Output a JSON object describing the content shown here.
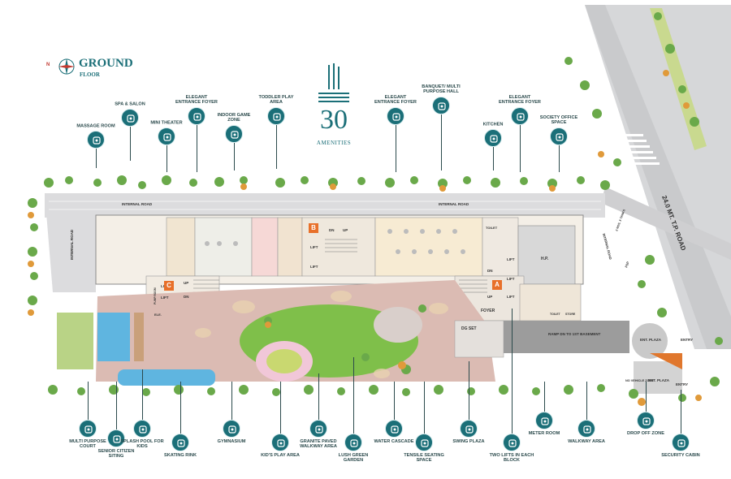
{
  "title": {
    "main": "GROUND",
    "sub": "FLOOR",
    "compass_letter": "N"
  },
  "logo": {
    "number": "30",
    "caption": "AMENITIES"
  },
  "road": {
    "main": "24.0 MT. T.P. ROAD"
  },
  "plan_labels": {
    "internal_road_top_left": "INTERNAL ROAD",
    "internal_road_top_right": "INTERNAL ROAD",
    "internal_road_left": "INTERNAL ROAD",
    "internal_road_right": "INTERNAL ROAD",
    "lift": "LIFT",
    "up": "UP",
    "dn": "DN",
    "pump_room": "PUMP ROOM",
    "ele": "ELE.",
    "toilet": "TOILET",
    "store": "STORE",
    "hp": "H.P.",
    "foyer": "FOYER",
    "dg_set": "DG SET",
    "ramp": "RAMP DN TO 1ST BASEMENT",
    "ent_plaza_1": "ENT. PLAZA",
    "ent_plaza_2": "ENT. PLAZA",
    "entry_1": "ENTRY",
    "entry_2": "ENTRY",
    "no_vehicle": "NO VEHICLE ZONE",
    "ugt": "2 NOS. X TANKS",
    "fsp": "FSP",
    "block_a": "A",
    "block_b": "B",
    "block_c": "C"
  },
  "top_amenities": [
    {
      "label": "MASSAGE ROOM",
      "icon": "massage-icon"
    },
    {
      "label": "SPA & SALON",
      "icon": "lotus-icon"
    },
    {
      "label": "MINI THEATER",
      "icon": "theater-icon"
    },
    {
      "label": "ELEGANT ENTRANCE FOYER",
      "icon": "sofa-icon"
    },
    {
      "label": "INDOOR GAME ZONE",
      "icon": "chess-icon"
    },
    {
      "label": "TODDLER PLAY AREA",
      "icon": "toddler-icon"
    },
    {
      "label": "ELEGANT ENTRANCE FOYER",
      "icon": "sofa-icon"
    },
    {
      "label": "BANQUET/ MULTI PURPOSE HALL",
      "icon": "banquet-icon"
    },
    {
      "label": "KITCHEN",
      "icon": "kitchen-icon"
    },
    {
      "label": "ELEGANT ENTRANCE FOYER",
      "icon": "sofa-icon"
    },
    {
      "label": "SOCIETY OFFICE SPACE",
      "icon": "office-icon"
    }
  ],
  "bottom_amenities": [
    {
      "label": "MULTI PURPOSE COURT",
      "icon": "court-icon"
    },
    {
      "label": "SENIOR CITIZEN SITING",
      "icon": "bench-icon"
    },
    {
      "label": "SPLASH POOL FOR KIDS",
      "icon": "pool-icon"
    },
    {
      "label": "SKATING RINK",
      "icon": "skate-icon"
    },
    {
      "label": "GYMNASIUM",
      "icon": "gym-icon"
    },
    {
      "label": "KID'S PLAY AREA",
      "icon": "kids-icon"
    },
    {
      "label": "GRANITE PAVED WALKWAY AREA",
      "icon": "walkway-icon"
    },
    {
      "label": "LUSH GREEN GARDEN",
      "icon": "garden-icon"
    },
    {
      "label": "WATER CASCADE",
      "icon": "water-icon"
    },
    {
      "label": "TENSILE SEATING SPACE",
      "icon": "tent-icon"
    },
    {
      "label": "SWING PLAZA",
      "icon": "swing-icon"
    },
    {
      "label": "TWO LIFTS IN EACH BLOCK",
      "icon": "lift-icon"
    },
    {
      "label": "METER ROOM",
      "icon": "meter-icon"
    },
    {
      "label": "WALKWAY AREA",
      "icon": "walk-icon"
    },
    {
      "label": "DROP OFF ZONE",
      "icon": "car-icon"
    },
    {
      "label": "SECURITY CABIN",
      "icon": "guard-icon"
    }
  ],
  "colors": {
    "icon_teal": "#1b6f78",
    "label_text": "#2b4a4c",
    "block_tag": "#e8702a",
    "paving": "#d9b9b2",
    "lawn": "#7fbf4a"
  }
}
